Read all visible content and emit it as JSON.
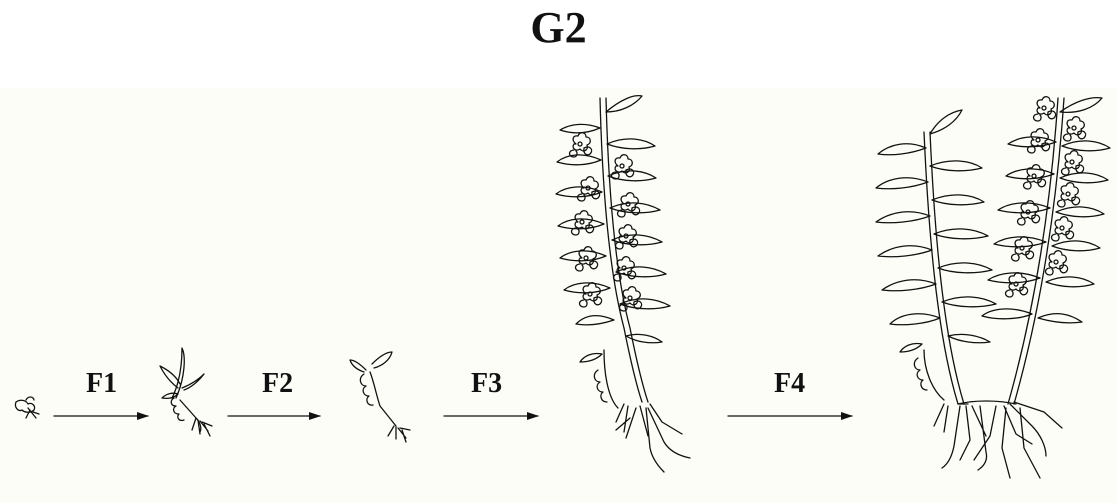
{
  "title": "G2",
  "stages": [
    {
      "id": "stage-1-protocorm"
    },
    {
      "id": "stage-2-seedling"
    },
    {
      "id": "stage-3-plantlet"
    },
    {
      "id": "stage-4-flowering-plant"
    },
    {
      "id": "stage-5-mature-clump"
    }
  ],
  "transitions": [
    {
      "label": "F1"
    },
    {
      "label": "F2"
    },
    {
      "label": "F3"
    },
    {
      "label": "F4"
    }
  ],
  "colors": {
    "ink": "#111111",
    "background": "#fdfdf7"
  }
}
